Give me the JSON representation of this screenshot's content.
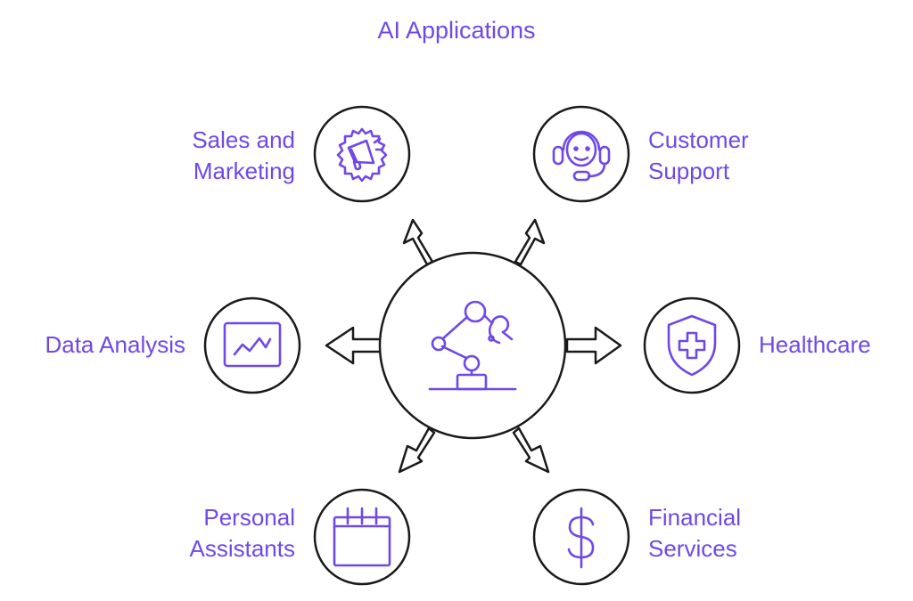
{
  "title": "AI Applications",
  "colors": {
    "accent": "#7048e8",
    "outline": "#1a1a1a",
    "background": "#ffffff"
  },
  "center": {
    "icon": "robot-arm-icon"
  },
  "nodes": [
    {
      "key": "sales",
      "lines": [
        "Sales and",
        "Marketing"
      ],
      "icon": "megaphone-icon"
    },
    {
      "key": "support",
      "lines": [
        "Customer",
        "Support"
      ],
      "icon": "headset-agent-icon"
    },
    {
      "key": "data",
      "lines": [
        "Data Analysis"
      ],
      "icon": "line-chart-icon"
    },
    {
      "key": "health",
      "lines": [
        "Healthcare"
      ],
      "icon": "shield-cross-icon"
    },
    {
      "key": "assistants",
      "lines": [
        "Personal",
        "Assistants"
      ],
      "icon": "calendar-icon"
    },
    {
      "key": "financial",
      "lines": [
        "Financial",
        "Services"
      ],
      "icon": "dollar-icon"
    }
  ]
}
